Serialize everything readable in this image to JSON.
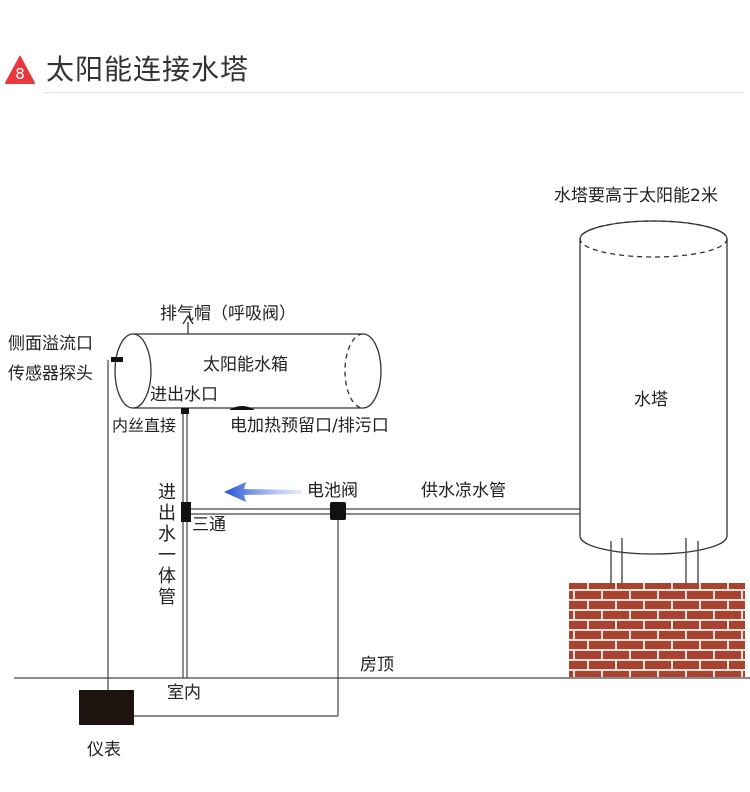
{
  "header": {
    "badge_number": "8",
    "title": "太阳能连接水塔",
    "accent_color": "#e8383d"
  },
  "diagram": {
    "tower_note": "水塔要高于太阳能2米",
    "tower_label": "水塔",
    "tank_label": "太阳能水箱",
    "vent_cap": "排气帽（呼吸阀）",
    "side_overflow": "侧面溢流口",
    "sensor_probe": "传感器探头",
    "inlet_outlet": "进出水口",
    "inner_thread": "内丝直接",
    "electric_heat": "电加热预留口/排污口",
    "valve_label": "电池阀",
    "supply_pipe": "供水凉水管",
    "integrated_pipe": "进出水一体管",
    "tee_label": "三通",
    "roof_label": "房顶",
    "indoor_label": "室内",
    "meter_label": "仪表"
  },
  "colors": {
    "arrow_blue": "#1f4fd6",
    "brick": "#a9432f",
    "mortar": "#e9e2dc",
    "meter": "#1d1410"
  }
}
